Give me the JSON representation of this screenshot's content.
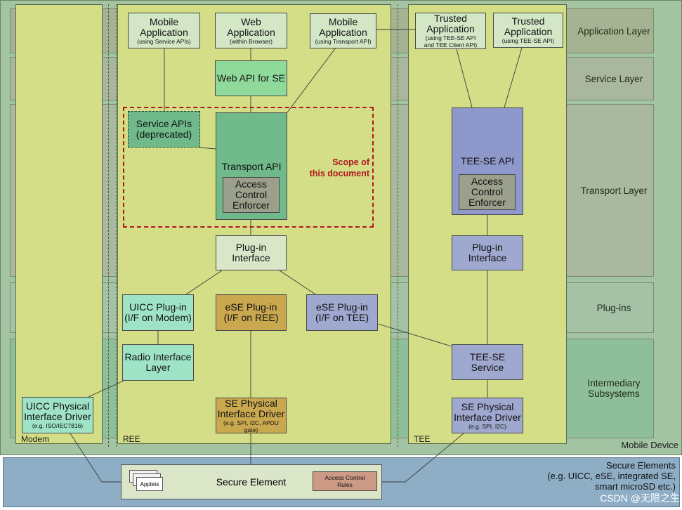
{
  "layers": {
    "application": "Application Layer",
    "service": "Service Layer",
    "transport": "Transport Layer",
    "plugins": "Plug-ins",
    "intermediary": "Intermediary\nSubsystems"
  },
  "device_label": "Mobile Device",
  "secure_elements_label": "Secure Elements\n(e.g. UICC, eSE, integrated SE,\nsmart microSD etc.)",
  "panels": {
    "modem": "Modem",
    "ree": "REE",
    "tee": "TEE"
  },
  "scope_label": "Scope of\nthis document",
  "boxes": {
    "mobile_app_service": {
      "title": "Mobile\nApplication",
      "sub": "(using Service APIs)"
    },
    "web_app": {
      "title": "Web\nApplication",
      "sub": "(within Browser)"
    },
    "mobile_app_transport": {
      "title": "Mobile\nApplication",
      "sub": "(using Transport API)"
    },
    "trusted_app_1": {
      "title": "Trusted\nApplication",
      "sub": "(using TEE-SE API\nand TEE Client API)"
    },
    "trusted_app_2": {
      "title": "Trusted\nApplication",
      "sub": "(using TEE-SE API)"
    },
    "web_api": "Web API for SE",
    "service_apis": "Service APIs\n(deprecated)",
    "transport_api": "Transport API",
    "ace_ree": "Access\nControl\nEnforcer",
    "tee_se_api": "TEE-SE API",
    "ace_tee": "Access\nControl\nEnforcer",
    "plugin_if_ree": "Plug-in\nInterface",
    "plugin_if_tee": "Plug-in\nInterface",
    "uicc_plugin": "UICC Plug-in\n(I/F on Modem)",
    "ese_plugin_ree": "eSE Plug-in\n(I/F on REE)",
    "ese_plugin_tee": "eSE Plug-in\n(I/F on TEE)",
    "radio_if": "Radio Interface\nLayer",
    "tee_se_service": "TEE-SE\nService",
    "uicc_phys": {
      "title": "UICC Physical\nInterface Driver",
      "sub": "(e.g. ISO/IEC7816)"
    },
    "se_phys_ree": {
      "title": "SE Physical\nInterface Driver",
      "sub": "(e.g. SPI, I2C, APDU\ngate)"
    },
    "se_phys_tee": {
      "title": "SE Physical\nInterface Driver",
      "sub": "(e.g. SPI, I2C)"
    },
    "secure_element": "Secure Element",
    "applets": "Applets",
    "acr": "Access Control\nRules"
  },
  "watermark": "CSDN @无限之生",
  "colors": {
    "ree_panel": "#d3de86",
    "green_box": "#8fd99a",
    "transport_api": "#6fb98a",
    "blue_box": "#9fa8cf",
    "teal_box": "#9fe3c7",
    "gold_box": "#c9a84f",
    "scope": "#b3161f",
    "secure_band": "#8eaec6"
  }
}
